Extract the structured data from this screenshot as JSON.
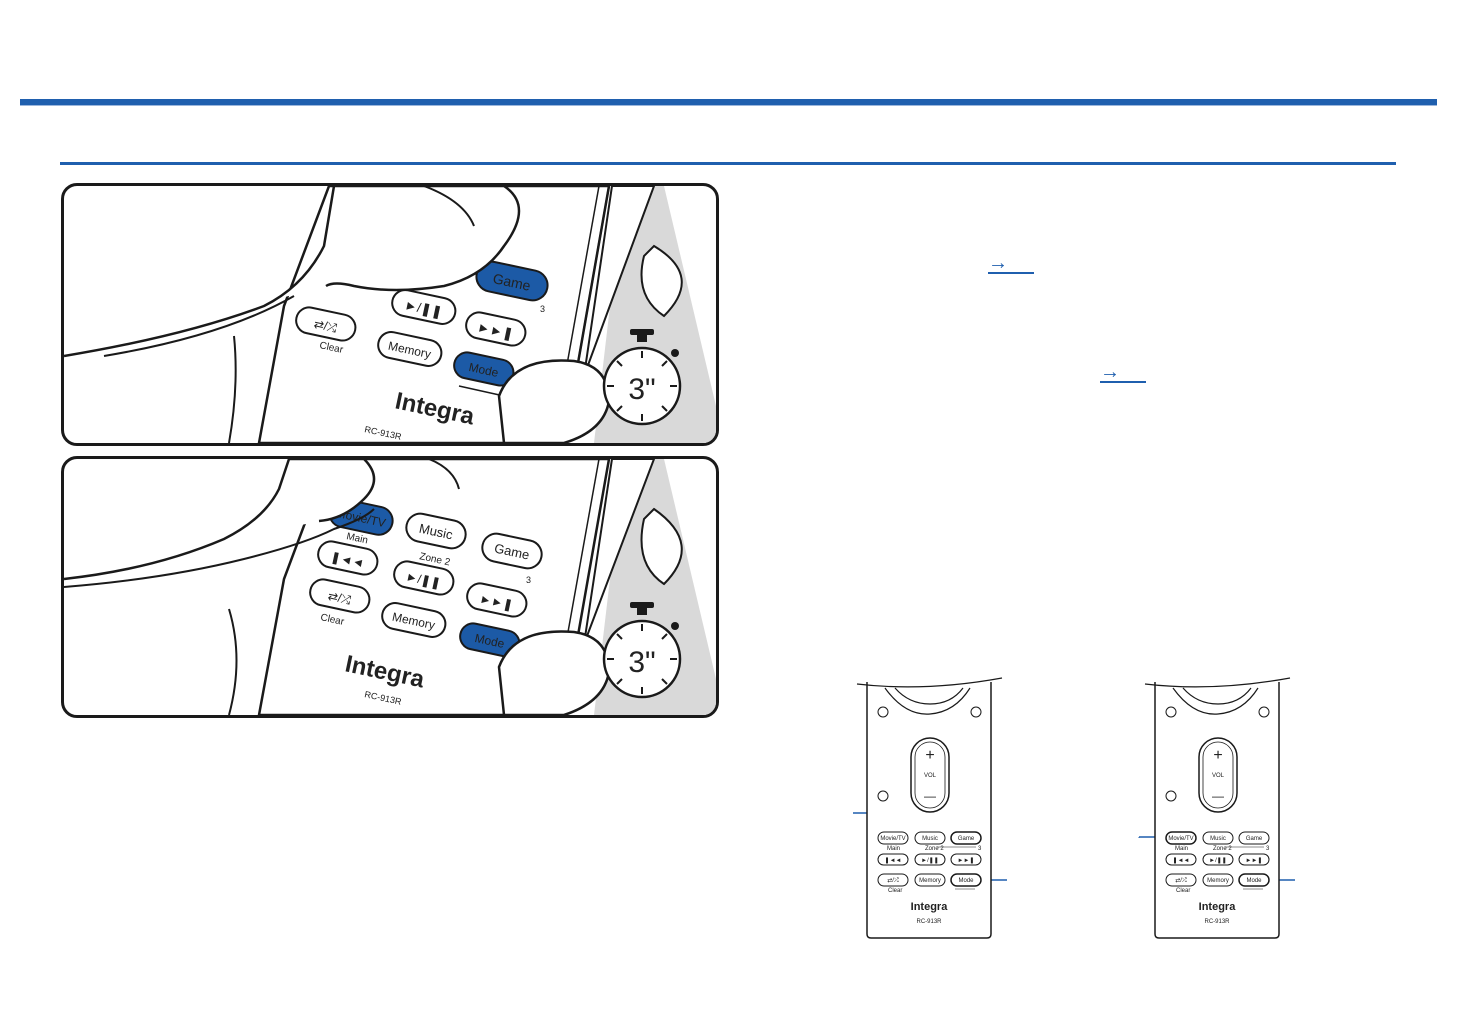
{
  "panel1": {
    "remote": {
      "buttons": {
        "game": "Game",
        "memory": "Memory",
        "mode": "Mode",
        "clear": "Clear",
        "zone3": "3"
      },
      "brand": "Integra",
      "model": "RC-913R"
    },
    "timer_label": "3\""
  },
  "panel2": {
    "remote": {
      "buttons": {
        "movie_tv": "Movie/TV",
        "music": "Music",
        "game": "Game",
        "memory": "Memory",
        "mode": "Mode",
        "main": "Main",
        "zone2": "Zone 2",
        "zone3": "3",
        "clear": "Clear"
      },
      "brand": "Integra",
      "model": "RC-913R"
    },
    "timer_label": "3\""
  },
  "links": {
    "arrow": "→"
  },
  "small_remote": {
    "vol_plus": "+",
    "vol_label": "VOL",
    "vol_minus": "—",
    "buttons": {
      "movie_tv": "Movie/TV",
      "music": "Music",
      "game": "Game",
      "main": "Main",
      "zone2": "Zone 2",
      "zone3": "3",
      "memory": "Memory",
      "mode": "Mode",
      "clear": "Clear"
    },
    "brand": "Integra",
    "model": "RC-913R"
  },
  "colors": {
    "accent": "#1f5fae",
    "button_highlight": "#1c5aa6",
    "outline": "#1a1a1a",
    "shade": "#d9d9d9"
  }
}
